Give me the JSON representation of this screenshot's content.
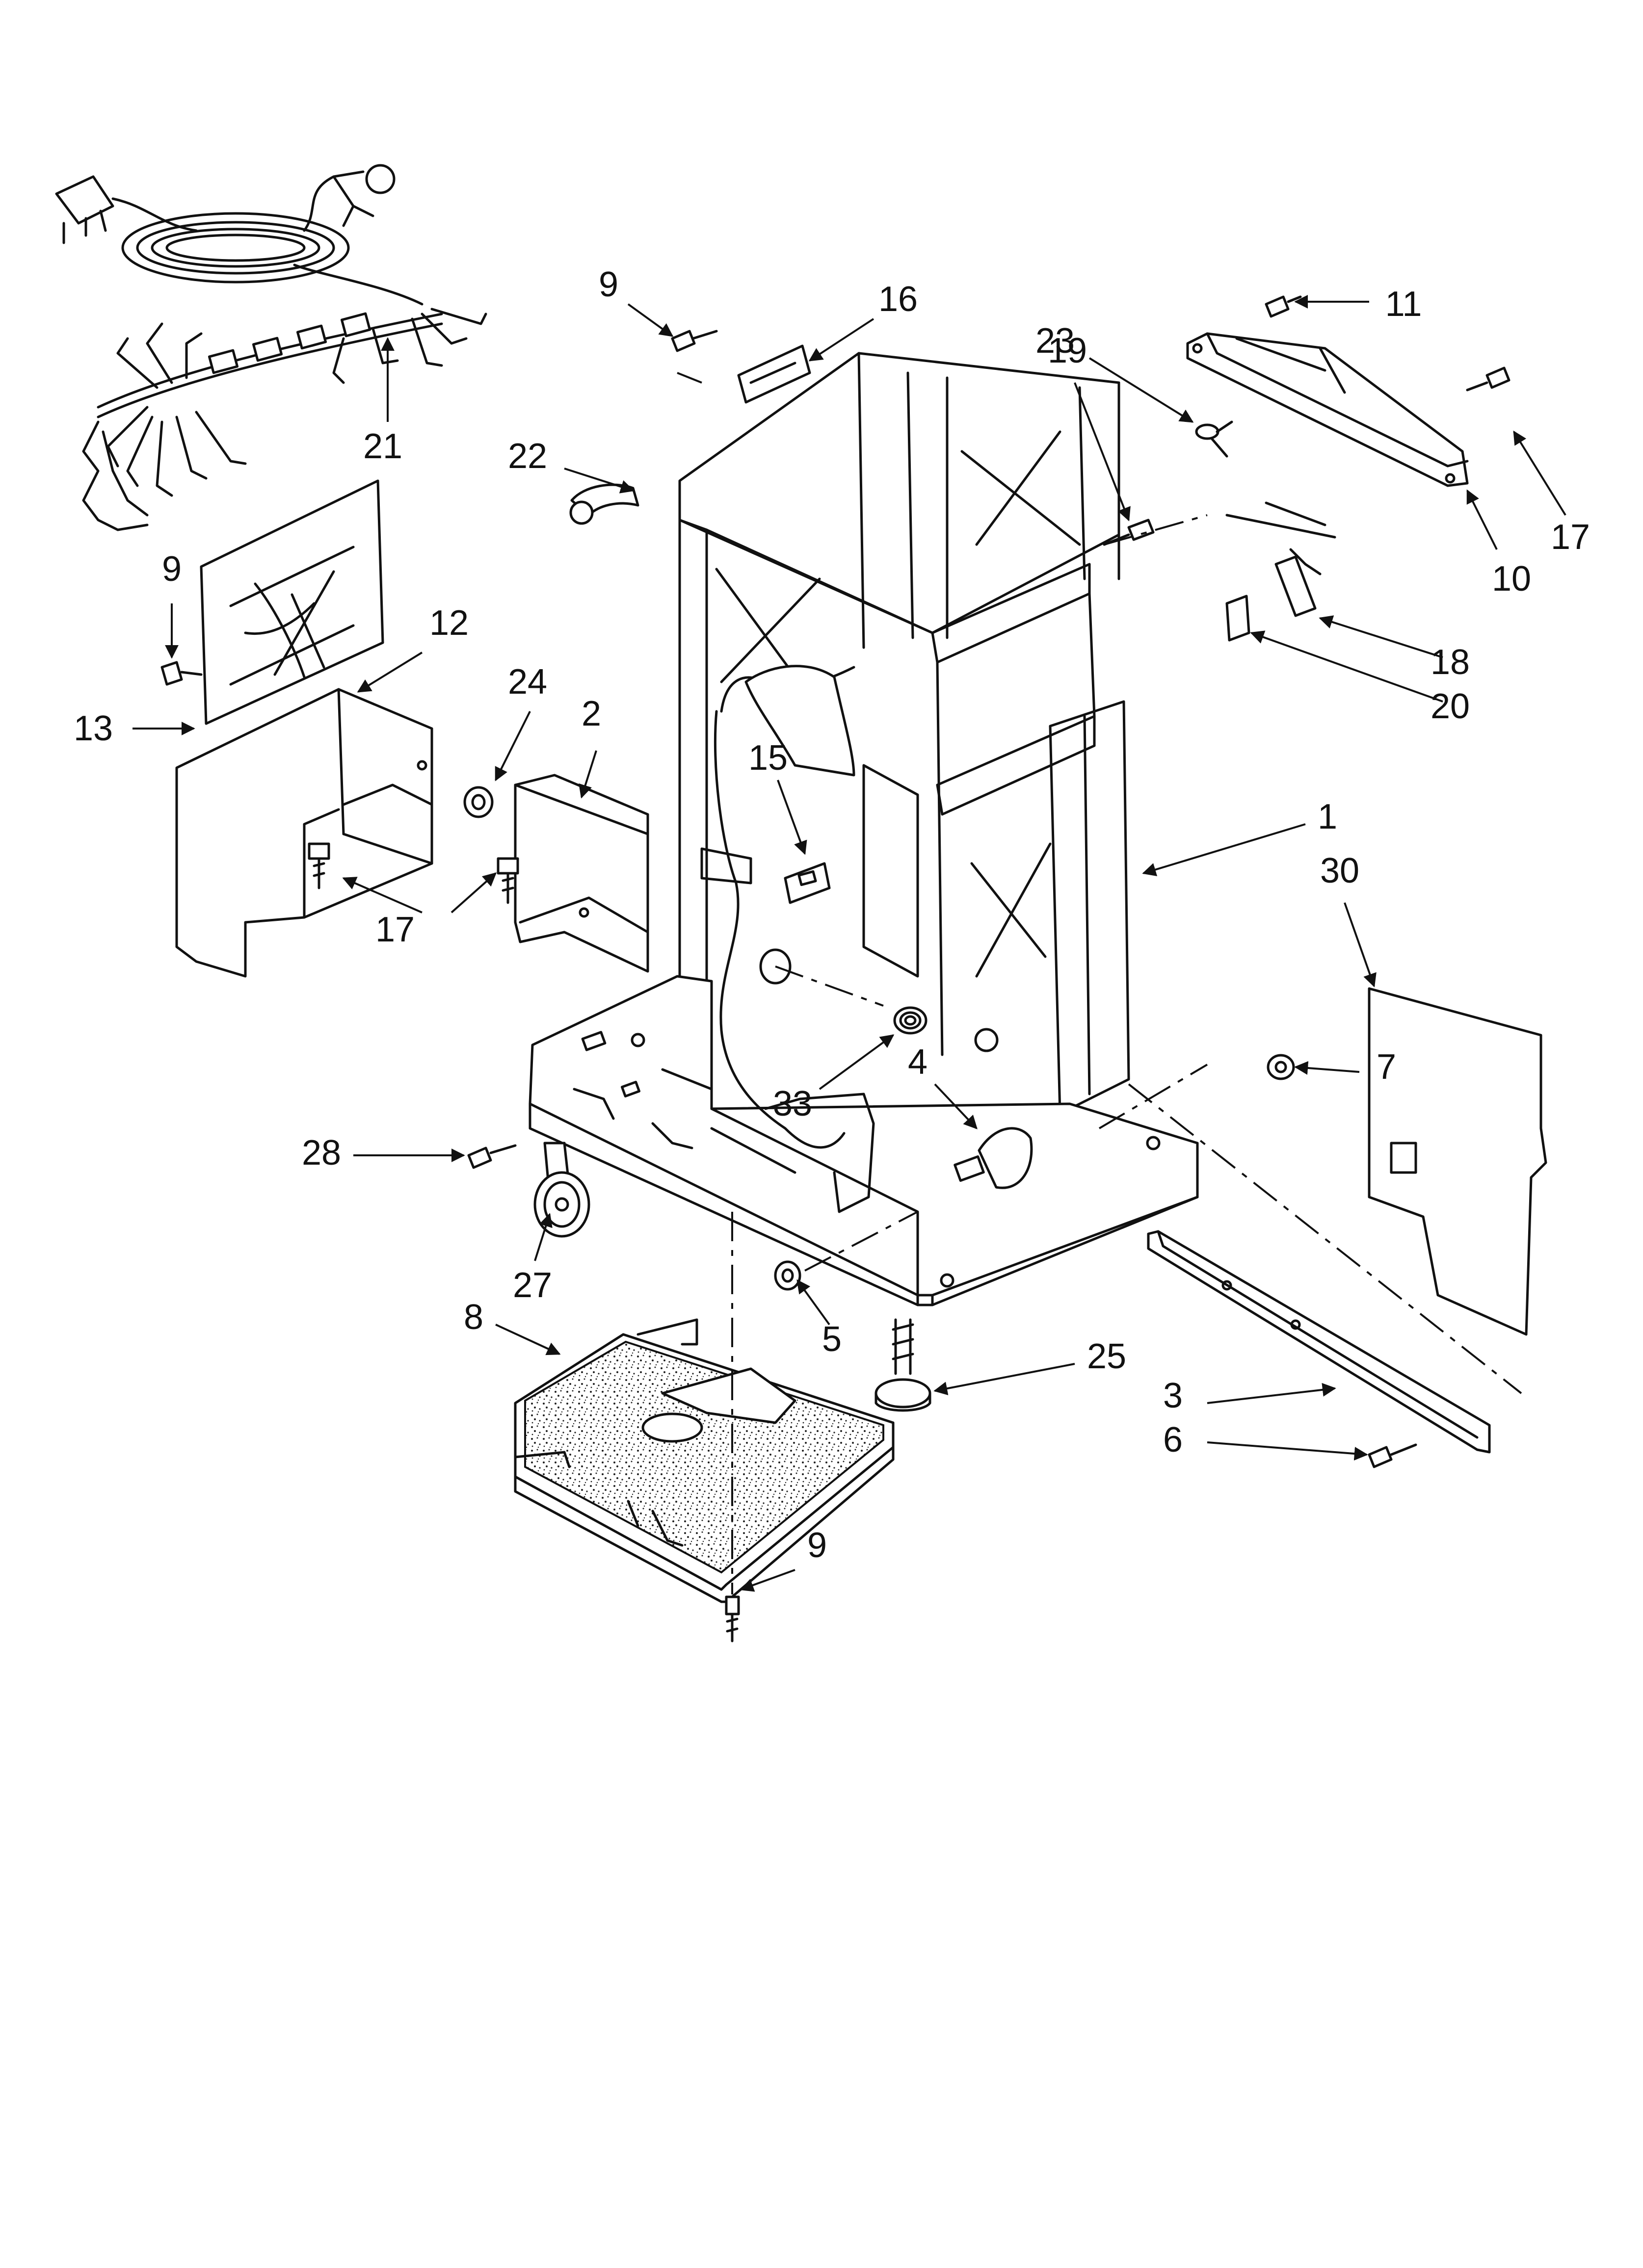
{
  "callouts": [
    {
      "id": "c9a",
      "text": "9"
    },
    {
      "id": "c16",
      "text": "16"
    },
    {
      "id": "c11",
      "text": "11"
    },
    {
      "id": "c23",
      "text": "23"
    },
    {
      "id": "c19",
      "text": "19"
    },
    {
      "id": "c17a",
      "text": "17"
    },
    {
      "id": "c10",
      "text": "10"
    },
    {
      "id": "c22",
      "text": "22"
    },
    {
      "id": "c21",
      "text": "21"
    },
    {
      "id": "c9b",
      "text": "9"
    },
    {
      "id": "c12",
      "text": "12"
    },
    {
      "id": "c13",
      "text": "13"
    },
    {
      "id": "c24",
      "text": "24"
    },
    {
      "id": "c2",
      "text": "2"
    },
    {
      "id": "c15",
      "text": "15"
    },
    {
      "id": "c18",
      "text": "18"
    },
    {
      "id": "c20",
      "text": "20"
    },
    {
      "id": "c1",
      "text": "1"
    },
    {
      "id": "c30",
      "text": "30"
    },
    {
      "id": "c17b",
      "text": "17"
    },
    {
      "id": "c33",
      "text": "33"
    },
    {
      "id": "c4",
      "text": "4"
    },
    {
      "id": "c7",
      "text": "7"
    },
    {
      "id": "c28",
      "text": "28"
    },
    {
      "id": "c27",
      "text": "27"
    },
    {
      "id": "c5",
      "text": "5"
    },
    {
      "id": "c8",
      "text": "8"
    },
    {
      "id": "c25",
      "text": "25"
    },
    {
      "id": "c3",
      "text": "3"
    },
    {
      "id": "c6",
      "text": "6"
    },
    {
      "id": "c9c",
      "text": "9"
    }
  ]
}
